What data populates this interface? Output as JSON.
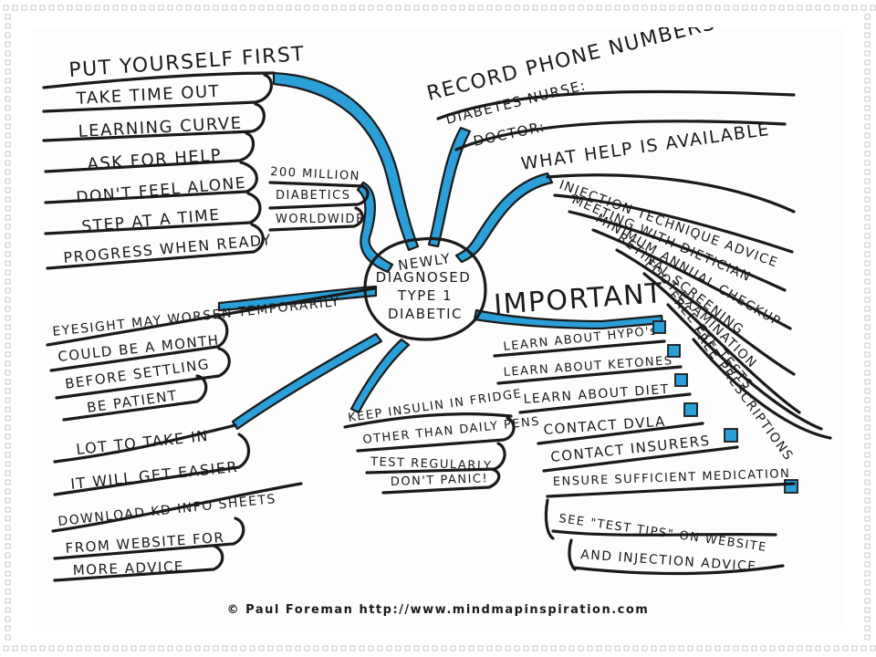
{
  "center": {
    "lines": [
      "NEWLY",
      "DIAGNOSED",
      "TYPE 1",
      "DIABETIC"
    ]
  },
  "put_yourself_first": {
    "title": "PUT YOURSELF FIRST",
    "items": [
      "TAKE TIME OUT",
      "LEARNING CURVE",
      "ASK FOR HELP",
      "DON'T FEEL ALONE",
      "STEP AT A TIME",
      "PROGRESS WHEN READY"
    ]
  },
  "diabetics_worldwide": {
    "items": [
      "200 MILLION",
      "DIABETICS",
      "WORLDWIDE"
    ]
  },
  "phone_numbers": {
    "title": "RECORD PHONE NUMBERS HERE:",
    "items": [
      "DIABETES NURSE:",
      "DOCTOR:"
    ]
  },
  "help_available": {
    "title": "WHAT HELP IS AVAILABLE",
    "items": [
      "INJECTION TECHNIQUE ADVICE",
      "MEETING WITH DIETICIAN",
      "MINIMUM ANNUAL CHECKUP",
      "RETINAL SCREENING",
      "FOOT EXAMINATION",
      "FREE EYE TESTS",
      "FREE PRESCRIPTIONS"
    ]
  },
  "eyesight": {
    "title": "EYESIGHT MAY WORSEN TEMPORARILY",
    "items": [
      "COULD BE A MONTH",
      "BEFORE SETTLING",
      "BE PATIENT"
    ]
  },
  "important": {
    "title": "IMPORTANT",
    "items": [
      "LEARN ABOUT HYPO's",
      "LEARN ABOUT KETONES",
      "LEARN ABOUT DIET",
      "CONTACT DVLA",
      "CONTACT INSURERS",
      "ENSURE SUFFICIENT MEDICATION"
    ],
    "tips": [
      "SEE \"TEST TIPS\" ON WEBSITE",
      "AND INJECTION ADVICE"
    ]
  },
  "insulin": {
    "items": [
      "KEEP INSULIN IN FRIDGE",
      "OTHER THAN DAILY PENS",
      "TEST REGULARLY",
      "DON'T PANIC!"
    ]
  },
  "take_in": {
    "items": [
      "LOT TO TAKE IN",
      "IT WILL GET EASIER"
    ]
  },
  "download": {
    "items": [
      "DOWNLOAD KD INFO SHEETS",
      "FROM WEBSITE FOR",
      "MORE ADVICE"
    ]
  },
  "credit": "© Paul Foreman http://www.mindmapinspiration.com",
  "colors": {
    "branch": "#2a9fd8",
    "ink": "#1a1a1a",
    "checkbox": "#2a9fd8",
    "border_dots": "#c8c8c8"
  }
}
